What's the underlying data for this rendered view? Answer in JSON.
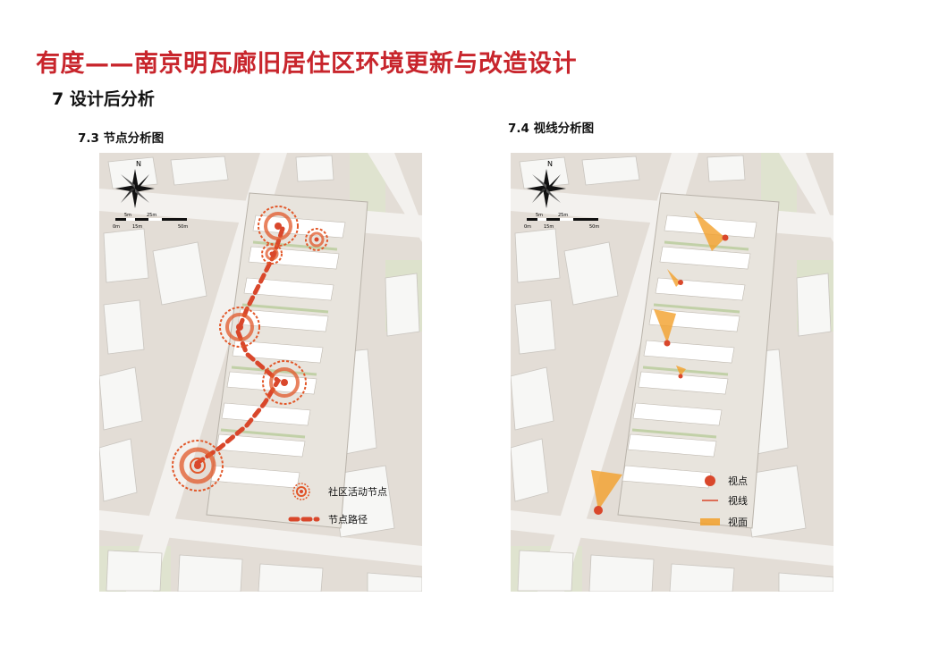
{
  "page": {
    "title": "有度——南京明瓦廊旧居住区环境更新与改造设计",
    "section": "7 设计后分析"
  },
  "left_panel": {
    "heading": "7.3 节点分析图",
    "legend": {
      "node_label": "社区活动节点",
      "path_label": "节点路径"
    }
  },
  "right_panel": {
    "heading": "7.4 视线分析图",
    "legend": {
      "viewpoint_label": "视点",
      "sightline_label": "视线",
      "viewplane_label": "视面"
    }
  },
  "compass": {
    "north": "N",
    "scale_labels": [
      "0m",
      "5m",
      "15m",
      "25m",
      "50m"
    ]
  },
  "colors": {
    "title": "#c8252c",
    "node": "#e2582a",
    "path": "#d9472b",
    "viewpoint": "#d9472b",
    "viewplane": "#f2a02a"
  }
}
